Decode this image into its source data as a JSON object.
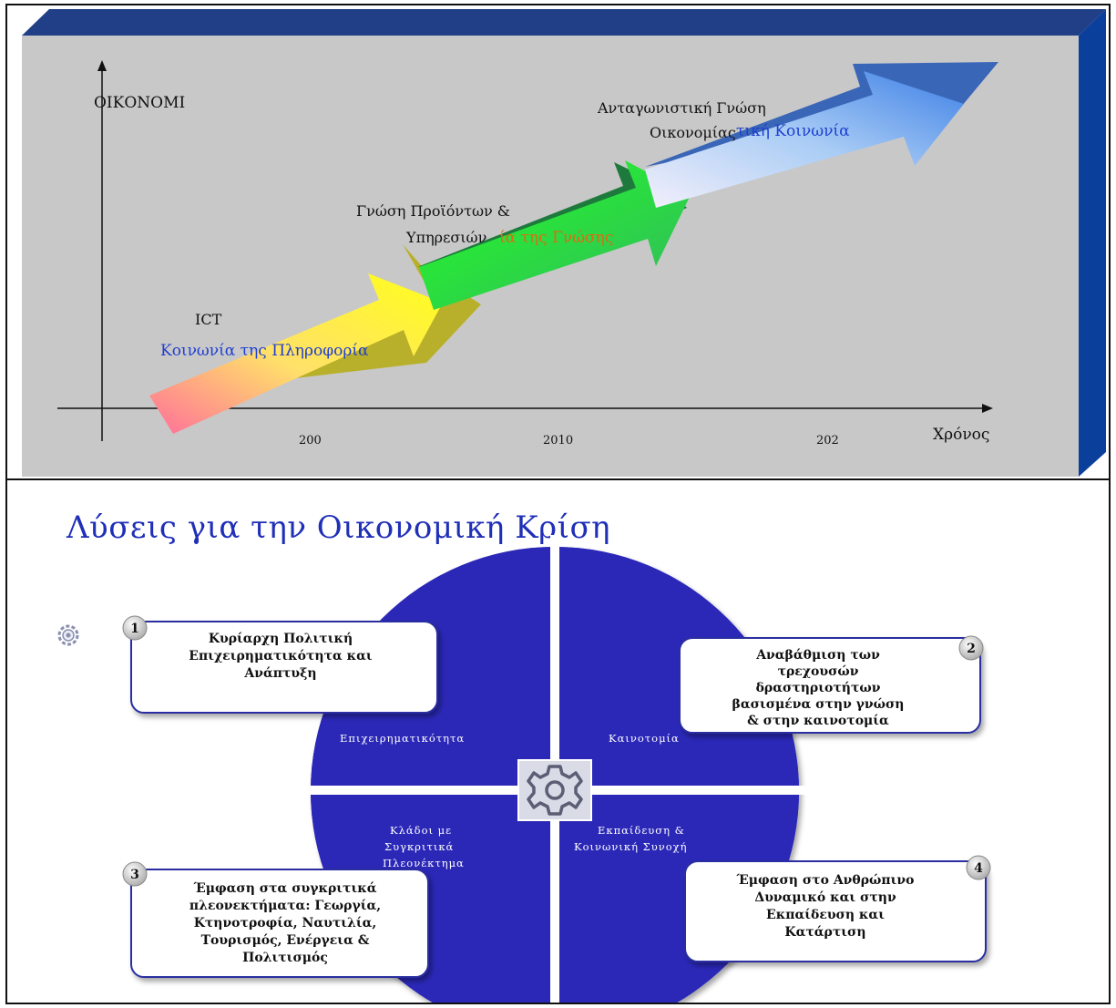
{
  "top_diagram": {
    "y_axis_label": "ΟΙΚΟΝΟΜΙ",
    "x_axis_label": "Χρόνος",
    "x_ticks": [
      "200",
      "2010",
      "202"
    ],
    "stages": [
      {
        "label": "ICT",
        "caption": "Κοινωνία της Πληροφορία",
        "caption_color": "#1f3fd0"
      },
      {
        "label_line1": "Γνώση Προϊόντων &",
        "label_line2": "Υπηρεσιών",
        "caption": "ία της Γνώσης",
        "caption_color": "#e06a10"
      },
      {
        "label_line1": "Ανταγωνιστική Γνώση",
        "label_line2": "Οικονομίας",
        "caption": "τική Κοινωνία",
        "caption_color": "#1f3fd0"
      }
    ],
    "colors": {
      "background": "#c8c8c8",
      "side": "#0a3f9c",
      "top": "#1f3f8a"
    }
  },
  "bottom_diagram": {
    "title": "Λύσεις για την Οικονομική Κρίση",
    "wheel_color": "#2b28b8",
    "quadrants": [
      {
        "lines": [
          "Επιχειρηματικότητα"
        ]
      },
      {
        "lines": [
          "Καινοτομία"
        ]
      },
      {
        "lines": [
          "Κλάδοι με",
          "Συγκριτικά",
          "Πλεονέκτημα"
        ]
      },
      {
        "lines": [
          "Εκπαίδευση &",
          "Κοινωνική Συνοχή"
        ]
      }
    ],
    "callouts": [
      {
        "number": "1",
        "lines": [
          "Κυρίαρχη Πολιτική",
          "Επιχειρηματικότητα και",
          "Ανάπτυξη"
        ]
      },
      {
        "number": "2",
        "lines": [
          "Αναβάθμιση των",
          "τρεχουσών",
          "δραστηριοτήτων",
          "βασισμένα στην γνώση",
          "& στην καινοτομία"
        ]
      },
      {
        "number": "3",
        "lines": [
          "Έμφαση στα συγκριτικά",
          "πλεονεκτήματα: Γεωργία,",
          "Κτηνοτροφία, Ναυτιλία,",
          "Τουρισμός, Ενέργεια &",
          "Πολιτισμός"
        ]
      },
      {
        "number": "4",
        "lines": [
          "Έμφαση στο Ανθρώπινο",
          "Δυναμικό και στην",
          "Εκπαίδευση και",
          "Κατάρτιση"
        ]
      }
    ]
  }
}
